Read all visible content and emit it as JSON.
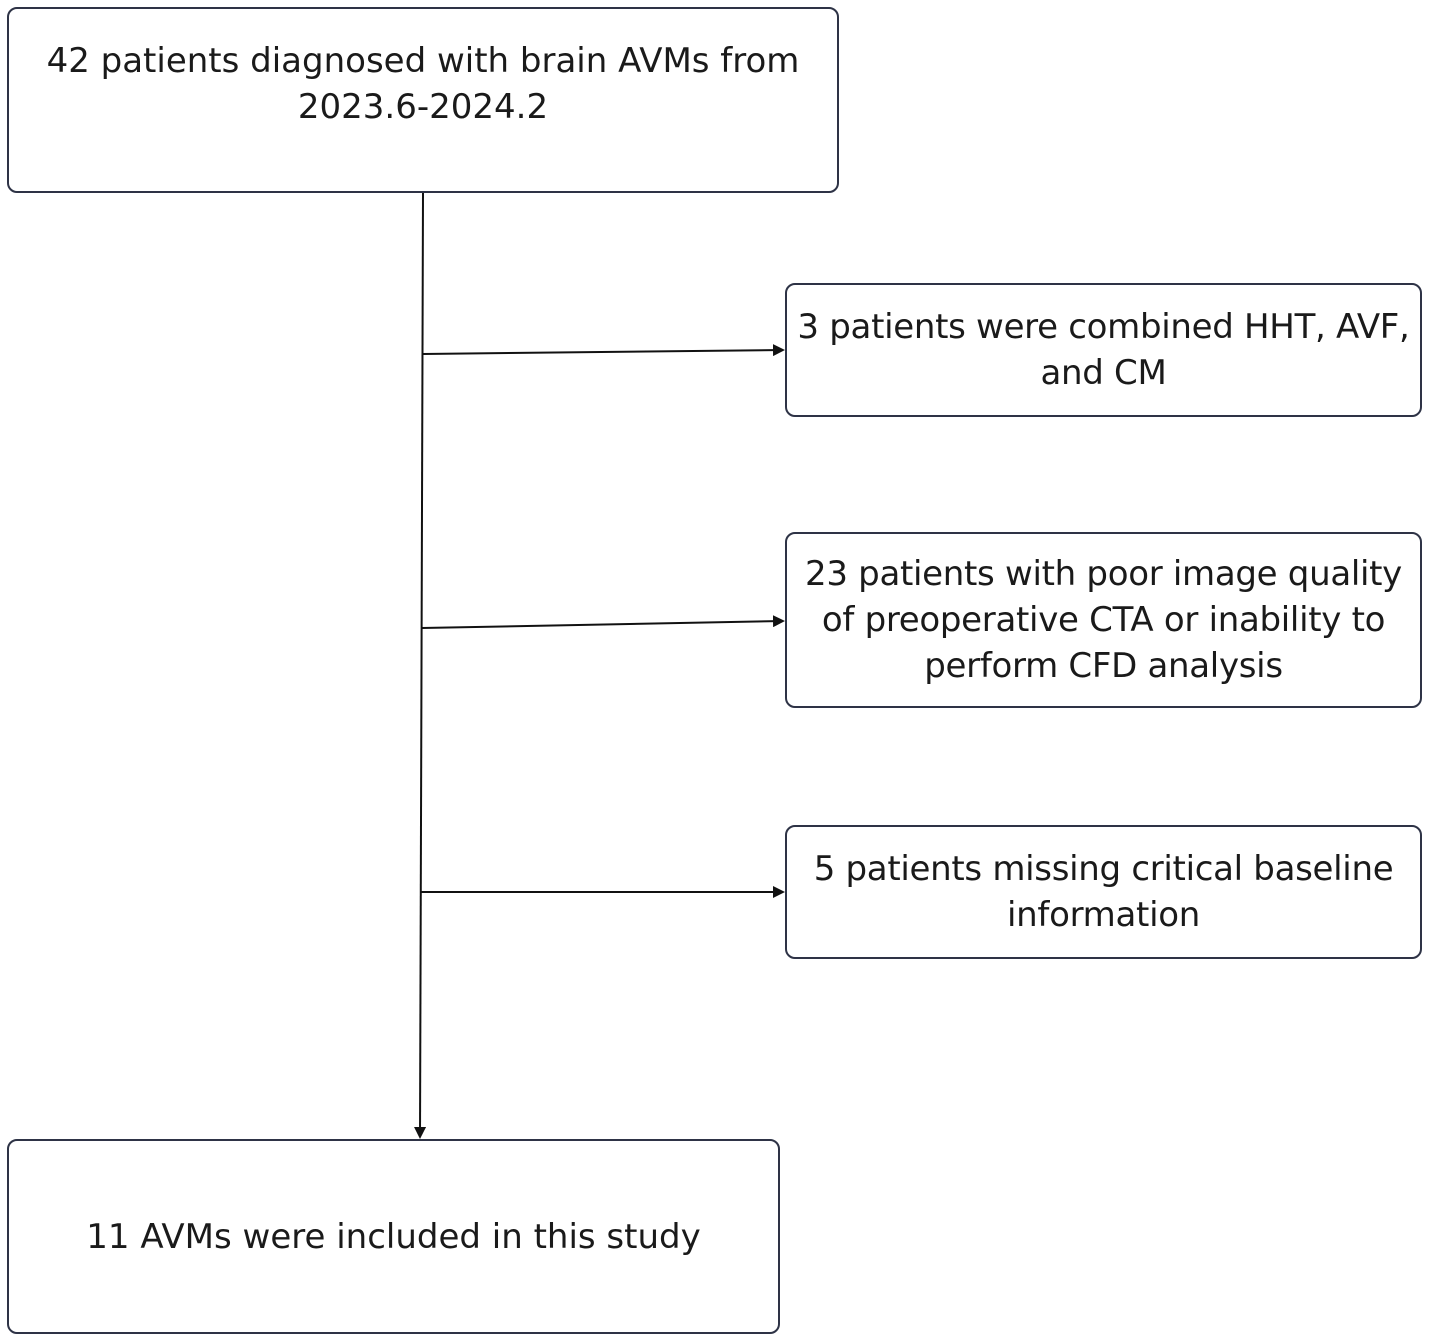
{
  "flowchart": {
    "start": {
      "line1": "42 patients diagnosed with brain AVMs from",
      "line2": "2023.6-2024.2"
    },
    "exclusions": [
      {
        "line1": "3 patients were combined HHT, AVF,",
        "line2": "and CM"
      },
      {
        "line1": "23 patients with poor image quality",
        "line2": "of preoperative CTA or inability to",
        "line3": "perform CFD analysis"
      },
      {
        "line1": "5 patients missing critical baseline",
        "line2": "information"
      }
    ],
    "result": {
      "line1": "11 AVMs were included in this study"
    }
  },
  "colors": {
    "border": "#2e3346",
    "arrow": "#111111",
    "text": "#1a1a1a"
  }
}
